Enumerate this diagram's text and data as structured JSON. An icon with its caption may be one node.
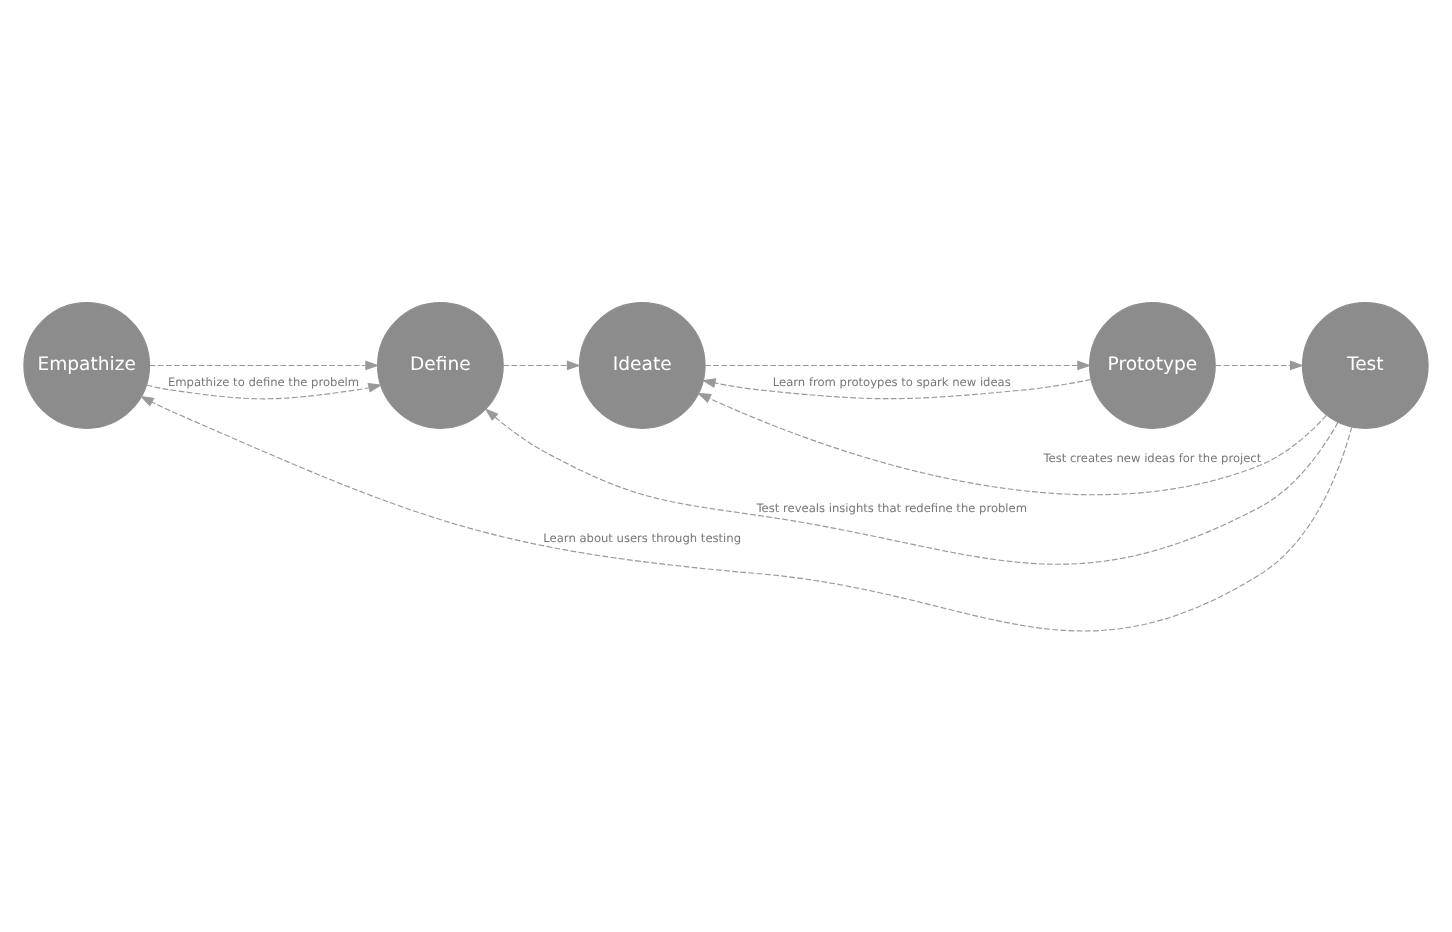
{
  "diagram": {
    "nodes": [
      {
        "text": [
          "Empathize"
        ]
      },
      {
        "text": [
          "Define"
        ]
      },
      {
        "text": [
          "Ideate"
        ]
      },
      {
        "text": [
          "Prototype"
        ]
      },
      {
        "text": [
          "Test"
        ]
      }
    ],
    "edges": [
      {
        "from": 0,
        "to": 1,
        "arrow": "to",
        "style": "dashed"
      },
      {
        "from": 1,
        "to": 2,
        "arrow": "to",
        "style": "dashed"
      },
      {
        "from": 2,
        "to": 3,
        "arrow": "to",
        "style": "dashed"
      },
      {
        "from": 3,
        "to": 4,
        "arrow": "to",
        "style": "dashed"
      },
      {
        "from": 4,
        "to": 0,
        "arrow": "to",
        "style": "dashed",
        "label": "Learn about users through testing"
      },
      {
        "from": 0,
        "to": 1,
        "arrow": "to",
        "style": "dashed",
        "label": "Empathize to define the probelm"
      },
      {
        "from": 4,
        "to": 2,
        "arrow": "to",
        "style": "dashed",
        "label": "Test creates new ideas for the project"
      },
      {
        "from": 3,
        "to": 2,
        "arrow": "to",
        "style": "dashed",
        "label": "Learn from protoypes to spark new ideas"
      },
      {
        "from": 4,
        "to": 1,
        "arrow": "to",
        "style": "dashed",
        "label": "Test reveals insights that redefine the problem"
      }
    ]
  }
}
